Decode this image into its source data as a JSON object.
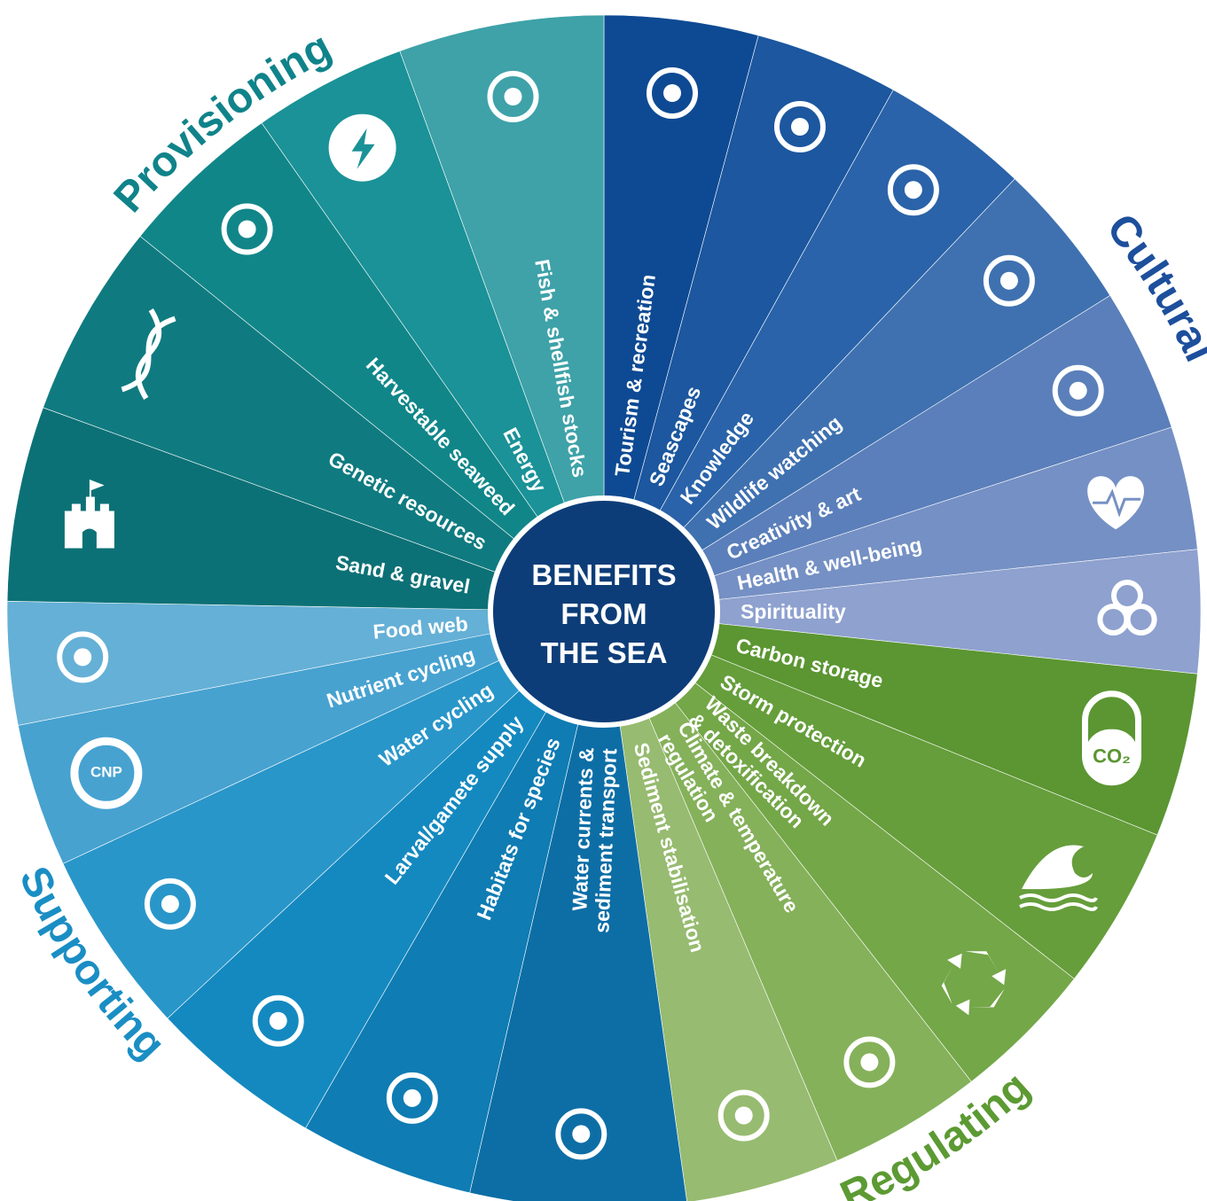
{
  "center": {
    "lines": [
      "BENEFITS",
      "FROM",
      "THE SEA"
    ]
  },
  "categories": [
    {
      "id": "provisioning",
      "label": "Provisioning",
      "color": "#10838a"
    },
    {
      "id": "cultural",
      "label": "Cultural",
      "color": "#1d4f9c"
    },
    {
      "id": "regulating",
      "label": "Regulating",
      "color": "#5c9a33"
    },
    {
      "id": "supporting",
      "label": "Supporting",
      "color": "#1a8ec4"
    }
  ],
  "segments": [
    {
      "id": "tourism-recreation",
      "lines": [
        "Tourism & recreation"
      ],
      "color": "#0e4a93",
      "icon": "cruise-ship-icon"
    },
    {
      "id": "seascapes",
      "lines": [
        "Seascapes"
      ],
      "color": "#1c579f",
      "icon": "iceberg-icon"
    },
    {
      "id": "knowledge",
      "lines": [
        "Knowledge"
      ],
      "color": "#2a63a9",
      "icon": "books-icon"
    },
    {
      "id": "wildlife-watching",
      "lines": [
        "Wildlife watching"
      ],
      "color": "#3f71b0",
      "icon": "dolphin-icon"
    },
    {
      "id": "creativity-art",
      "lines": [
        "Creativity & art"
      ],
      "color": "#5b7fba",
      "icon": "palette-icon"
    },
    {
      "id": "health-wellbeing",
      "lines": [
        "Health & well-being"
      ],
      "color": "#7590c4",
      "icon": "heart-icon"
    },
    {
      "id": "spirituality",
      "lines": [
        "Spirituality"
      ],
      "color": "#8ea1cf",
      "icon": "triskele-icon"
    },
    {
      "id": "carbon-storage",
      "lines": [
        "Carbon storage"
      ],
      "color": "#5b9632",
      "icon": "co2-icon"
    },
    {
      "id": "storm-protection",
      "lines": [
        "Storm protection"
      ],
      "color": "#669e3b",
      "icon": "wave-icon"
    },
    {
      "id": "waste-breakdown",
      "lines": [
        "Waste breakdown",
        "& detoxification"
      ],
      "color": "#74a748",
      "icon": "recycle-icon"
    },
    {
      "id": "climate-regulation",
      "lines": [
        "Climate & temperature",
        "regulation"
      ],
      "color": "#85b15a",
      "icon": "globe-thermometer-icon"
    },
    {
      "id": "sediment-stabilisation",
      "lines": [
        "Sediment stabilisation"
      ],
      "color": "#97bb70",
      "icon": "roots-icon"
    },
    {
      "id": "water-currents",
      "lines": [
        "Water currents &",
        "sediment transport"
      ],
      "color": "#0d6ea6",
      "icon": "currents-map-icon"
    },
    {
      "id": "habitats",
      "lines": [
        "Habitats for species"
      ],
      "color": "#0f7cb3",
      "icon": "seagrass-icon"
    },
    {
      "id": "larval-supply",
      "lines": [
        "Larval/gamete supply"
      ],
      "color": "#1489c0",
      "icon": "eggs-icon"
    },
    {
      "id": "water-cycling",
      "lines": [
        "Water cycling"
      ],
      "color": "#2996c9",
      "icon": "tap-icon"
    },
    {
      "id": "nutrient-cycling",
      "lines": [
        "Nutrient cycling"
      ],
      "color": "#47a2d0",
      "icon": "cnp-cycle-icon",
      "icon_text": "CNP"
    },
    {
      "id": "food-web",
      "lines": [
        "Food web"
      ],
      "color": "#65b0d6",
      "icon": "fish-chain-icon"
    },
    {
      "id": "sand-gravel",
      "lines": [
        "Sand & gravel"
      ],
      "color": "#0c7176",
      "icon": "sandcastle-icon"
    },
    {
      "id": "genetic-resources",
      "lines": [
        "Genetic resources"
      ],
      "color": "#0f7b80",
      "icon": "dna-icon"
    },
    {
      "id": "harvestable-seaweed",
      "lines": [
        "Harvestable seaweed"
      ],
      "color": "#118689",
      "icon": "seaweed-icon"
    },
    {
      "id": "energy",
      "lines": [
        "Energy"
      ],
      "color": "#1a9297",
      "icon": "lightning-icon"
    },
    {
      "id": "fish-shellfish",
      "lines": [
        "Fish & shellfish stocks"
      ],
      "color": "#3ea2a8",
      "icon": "fish-shell-icon"
    }
  ]
}
